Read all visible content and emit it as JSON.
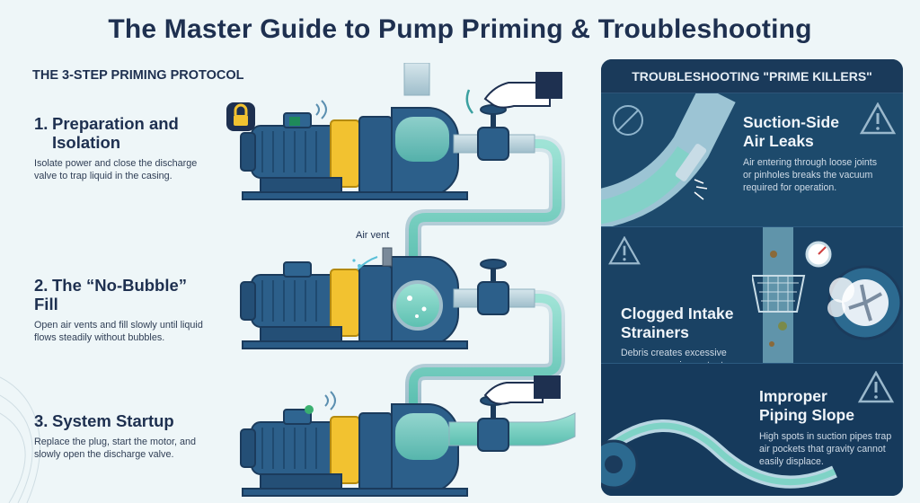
{
  "title": "The Master Guide to Pump Priming & Troubleshooting",
  "protocol": {
    "heading": "THE 3-STEP PRIMING PROTOCOL",
    "steps": [
      {
        "number": "1.",
        "title_line1": "Preparation and",
        "title_line2": "Isolation",
        "description": "Isolate power and close the discharge valve to trap liquid in the casing."
      },
      {
        "number": "2.",
        "title_line1": "The “No-Bubble” Fill",
        "description": "Open air vents and fill slowly until liquid flows steadily without bubbles."
      },
      {
        "number": "3.",
        "title_line1": "System Startup",
        "description": "Replace the plug, start the motor, and slowly open the discharge valve."
      }
    ],
    "air_vent_label": "Air vent"
  },
  "troubleshooting": {
    "heading": "TROUBLESHOOTING \"PRIME KILLERS\"",
    "items": [
      {
        "title_line1": "Suction-Side",
        "title_line2": "Air Leaks",
        "description": "Air entering through loose joints or pinholes breaks the vacuum required for operation."
      },
      {
        "title_line1": "Clogged Intake",
        "title_line2": "Strainers",
        "description": "Debris creates excessive vacuum, causing water to vaporise and lead to suction cavitation."
      },
      {
        "title_line1": "Improper",
        "title_line2": "Piping Slope",
        "description": "High spots in suction pipes trap air pockets that gravity cannot easily displace."
      }
    ]
  },
  "colors": {
    "background": "#eef6f8",
    "title": "#1e3050",
    "panel": "#163452",
    "pump_body": "#2c5f8a",
    "coupling": "#f2c230",
    "water": "#7fd3c6",
    "pipe": "#b8d2dc"
  },
  "icons": [
    "padlock-icon",
    "power-indicator-icon",
    "hand-icon",
    "valve-wheel-icon",
    "warning-icon",
    "no-air-icon",
    "pressure-gauge-icon"
  ]
}
